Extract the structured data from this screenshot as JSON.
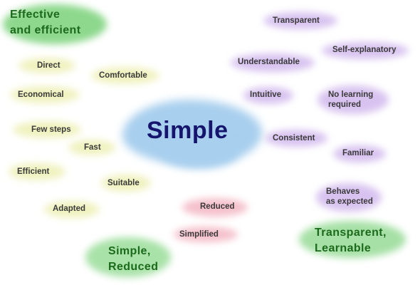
{
  "title": "Simple",
  "colors": {
    "center": "#a8cfee",
    "effective": "#f0f2bf",
    "effective_group": "#8ed88e",
    "transparent": "#d8c3f0",
    "transparent_group": "#a6e0a6",
    "reduced": "#f5c1cc",
    "reduced_group": "#a9e2a9",
    "text": "#3a3a3a",
    "group_text": "#1c6a1c",
    "title_text": "#15156e"
  },
  "groups": {
    "effective": {
      "heading": "Effective\nand efficient",
      "items": [
        "Direct",
        "Comfortable",
        "Economical",
        "Few steps",
        "Fast",
        "Efficient",
        "Suitable",
        "Adapted"
      ]
    },
    "transparent": {
      "heading": "Transparent,\nLearnable",
      "items": [
        "Transparent",
        "Self-explanatory",
        "Understandable",
        "Intuitive",
        "No learning\nrequired",
        "Consistent",
        "Familiar",
        "Behaves\nas expected"
      ]
    },
    "reduced": {
      "heading": "Simple,\nReduced",
      "items": [
        "Reduced",
        "Simplified"
      ]
    }
  }
}
